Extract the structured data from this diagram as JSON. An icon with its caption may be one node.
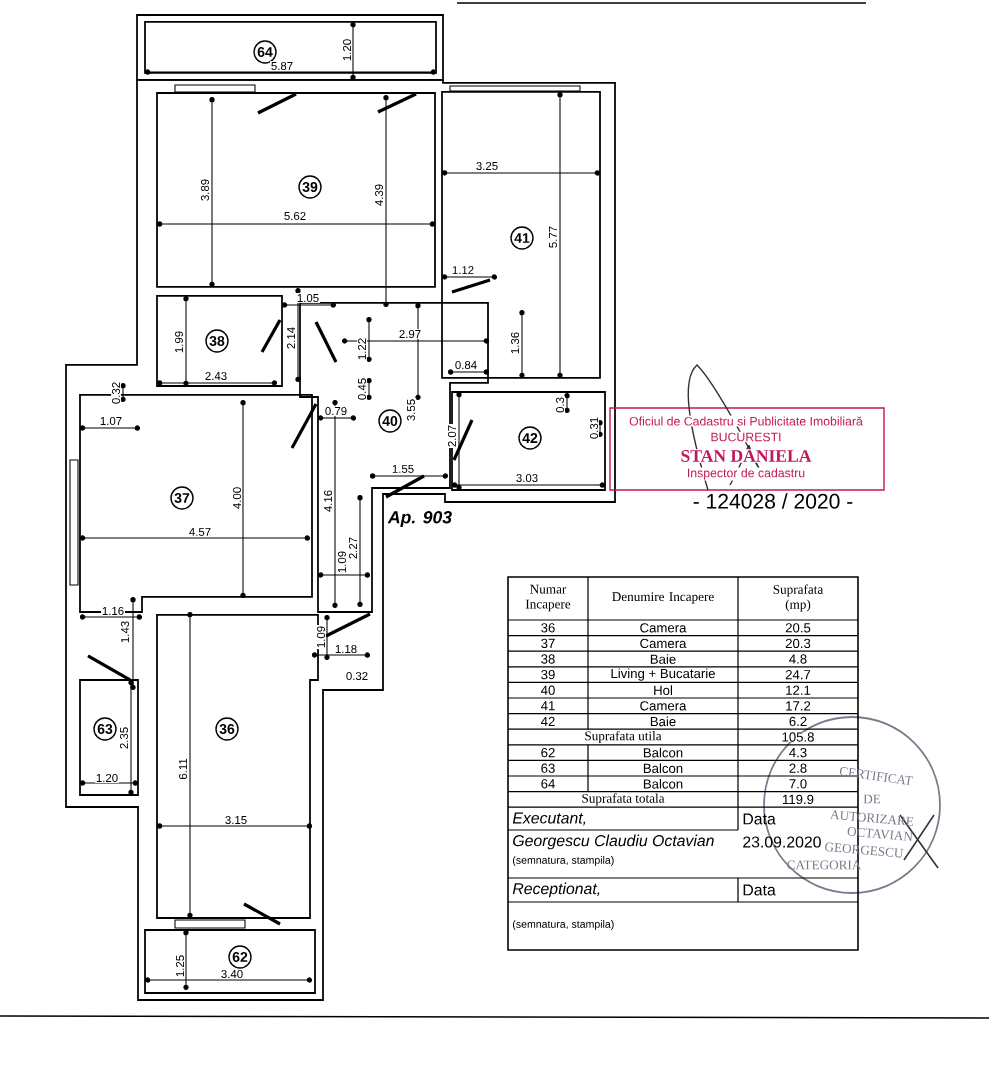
{
  "diagram": {
    "labels": [
      "64",
      "1.20",
      "5.87",
      "39",
      "3.89",
      "4.39",
      "5.62",
      "3.25",
      "41",
      "5.77",
      "1.12",
      "1.05",
      "38",
      "1.99",
      "2.14",
      "2.97",
      "1.22",
      "1.36",
      "0.84",
      "2.43",
      "0.32",
      "0.45",
      "3.55",
      "0.3",
      "1.07",
      "0.79",
      "40",
      "2.07",
      "42",
      "0.31",
      "1.55",
      "3.03",
      "37",
      "4.00",
      "4.16",
      "Ap. 903",
      "4.57",
      "2.27",
      "1.09",
      "1.16",
      "1.43",
      "1.09",
      "1.18",
      "0.32",
      "63",
      "2.35",
      "36",
      "6.11",
      "1.20",
      "3.15",
      "62",
      "1.25",
      "3.40",
      "Oficiul de Cadastru si Publicitate Imobiliară",
      "BUCURESTI",
      "STAN DANIELA",
      "Inspector de cadastru",
      "- 124028 / 2020 -",
      "CERTIFICAT",
      "DE",
      "AUTORIZARE",
      "OCTAVIAN",
      "GEORGESCU",
      "CATEGORIA",
      "Numar Incapere",
      "Denumire Incapere",
      "Suprafata (mp)",
      "36",
      "Camera",
      "20.5",
      "37",
      "Camera",
      "20.3",
      "38",
      "Baie",
      "4.8",
      "39",
      "Living + Bucatarie",
      "24.7",
      "40",
      "Hol",
      "12.1",
      "41",
      "Camera",
      "17.2",
      "42",
      "Baie",
      "6.2",
      "Suprafata utila",
      "105.8",
      "62",
      "Balcon",
      "4.3",
      "63",
      "Balcon",
      "2.8",
      "64",
      "Balcon",
      "7.0",
      "Suprafata totala",
      "119.9",
      "Executant,",
      "Data",
      "Georgescu Claudiu Octavian",
      "23.09.2020",
      "(semnatura, stampila)",
      "Receptionat,",
      "Data",
      "(semnatura, stampila)"
    ]
  }
}
